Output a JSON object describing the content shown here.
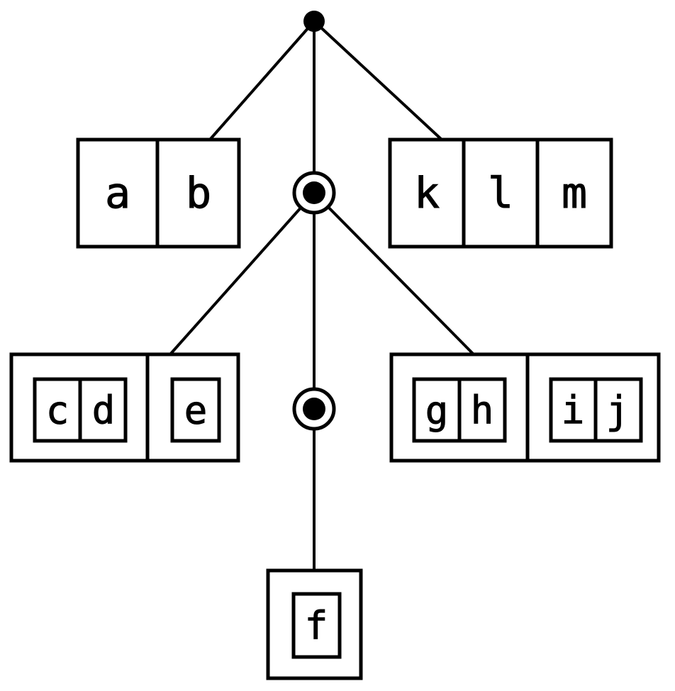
{
  "diagram": {
    "kind": "tree",
    "colors": {
      "stroke": "#000000",
      "background": "#ffffff",
      "node_fill": "#000000"
    },
    "root": {
      "symbol": "filled-dot"
    },
    "internal_nodes": [
      {
        "id": "internal-1",
        "symbol": "circled-dot"
      },
      {
        "id": "internal-2",
        "symbol": "circled-dot"
      }
    ],
    "leaf_groups": [
      {
        "id": "ab",
        "cells": [
          "a",
          "b"
        ]
      },
      {
        "id": "klm",
        "cells": [
          "k",
          "l",
          "m"
        ]
      },
      {
        "id": "cde",
        "cells": [
          [
            "c",
            "d"
          ],
          [
            "e"
          ]
        ]
      },
      {
        "id": "ghij",
        "cells": [
          [
            "g",
            "h"
          ],
          [
            "i",
            "j"
          ]
        ]
      },
      {
        "id": "f",
        "cells": [
          [
            "f"
          ]
        ]
      }
    ]
  }
}
